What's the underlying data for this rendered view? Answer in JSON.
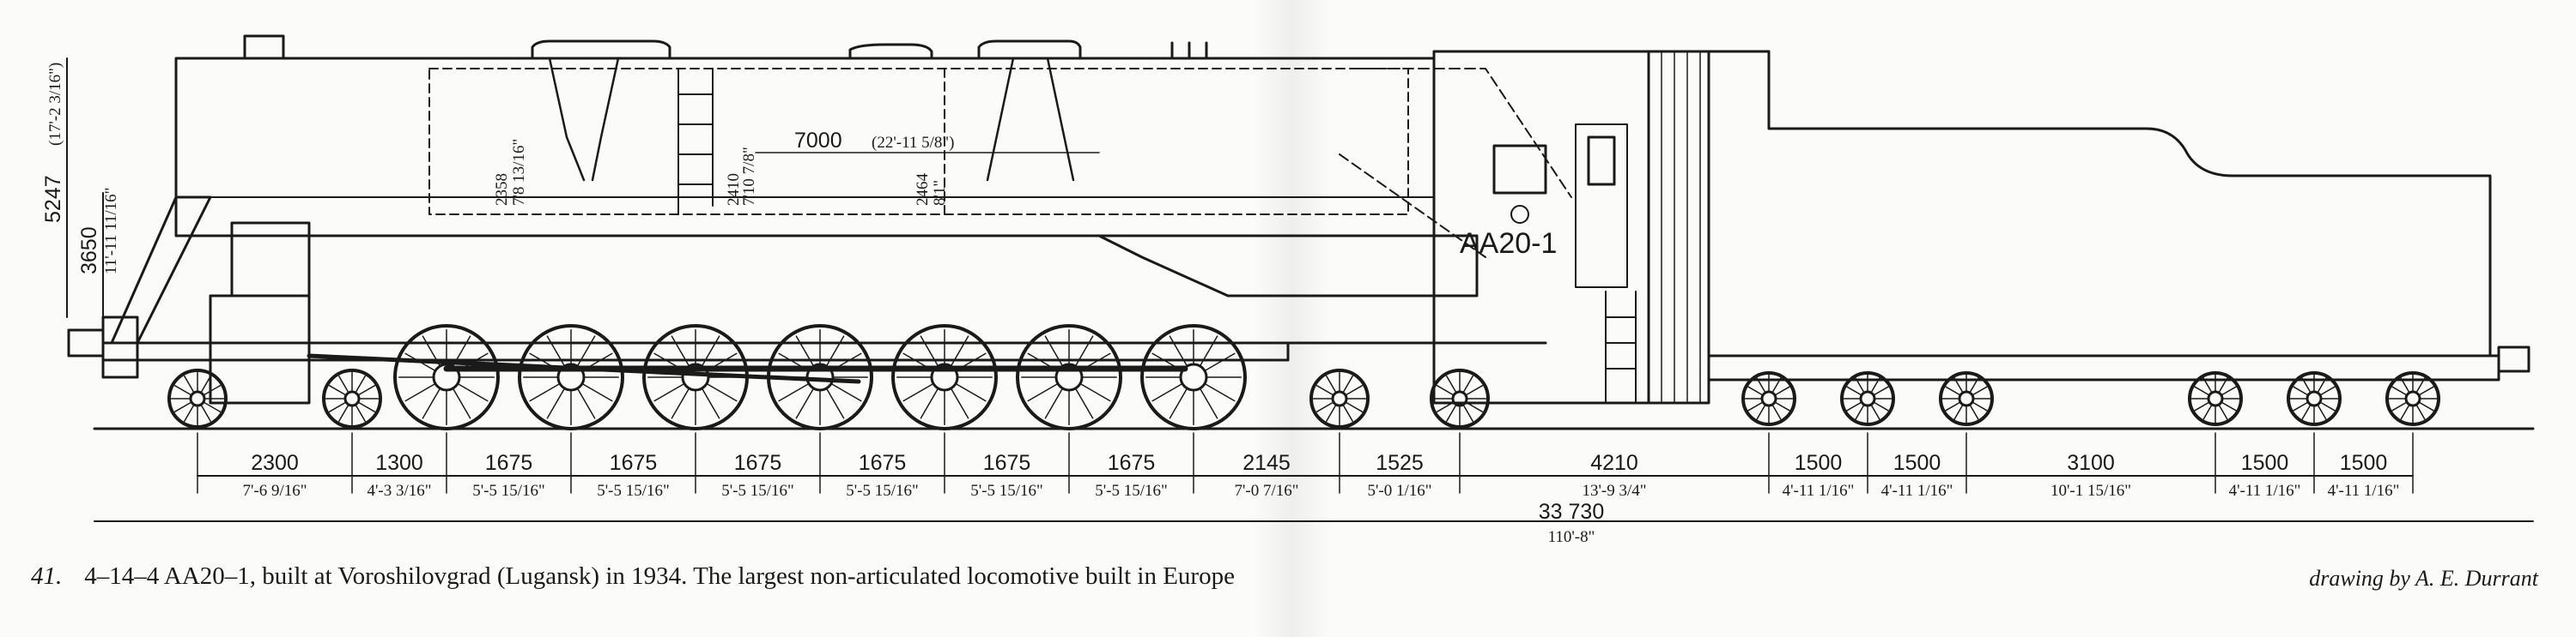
{
  "caption": {
    "figure_number": "41.",
    "text": "4–14–4 AA20–1, built at Voroshilovgrad (Lugansk) in 1934. The largest non-articulated locomotive built in Europe",
    "credit": "drawing by A. E. Durrant"
  },
  "locomotive": {
    "name_plate": "AA20-1"
  },
  "heights": [
    {
      "mm": "5247",
      "imperial": "(17'-2 3/16\")"
    },
    {
      "mm": "3650",
      "imperial": "11'-11 11/16\""
    }
  ],
  "boiler_dims": [
    {
      "mm": "7000",
      "imperial": "(22'-11 5/8\")"
    },
    {
      "mm": "2358",
      "imperial": "7'8 13/16\""
    },
    {
      "mm": "2410",
      "imperial": "7'10 7/8\""
    },
    {
      "mm": "2464",
      "imperial": "8'1\""
    }
  ],
  "wheelbase_dims": [
    {
      "mm": "2300",
      "imperial": "7'-6 9/16\""
    },
    {
      "mm": "1300",
      "imperial": "4'-3 3/16\""
    },
    {
      "mm": "1675",
      "imperial": "5'-5 15/16\""
    },
    {
      "mm": "1675",
      "imperial": "5'-5 15/16\""
    },
    {
      "mm": "1675",
      "imperial": "5'-5 15/16\""
    },
    {
      "mm": "1675",
      "imperial": "5'-5 15/16\""
    },
    {
      "mm": "1675",
      "imperial": "5'-5 15/16\""
    },
    {
      "mm": "1675",
      "imperial": "5'-5 15/16\""
    },
    {
      "mm": "2145",
      "imperial": "7'-0 7/16\""
    },
    {
      "mm": "1525",
      "imperial": "5'-0 1/16\""
    },
    {
      "mm": "4210",
      "imperial": "13'-9 3/4\""
    },
    {
      "mm": "1500",
      "imperial": "4'-11 1/16\""
    },
    {
      "mm": "1500",
      "imperial": "4'-11 1/16\""
    },
    {
      "mm": "3100",
      "imperial": "10'-1 15/16\""
    },
    {
      "mm": "1500",
      "imperial": "4'-11 1/16\""
    },
    {
      "mm": "1500",
      "imperial": "4'-11 1/16\""
    }
  ],
  "overall_length": {
    "mm": "33 730",
    "imperial": "110'-8\""
  }
}
